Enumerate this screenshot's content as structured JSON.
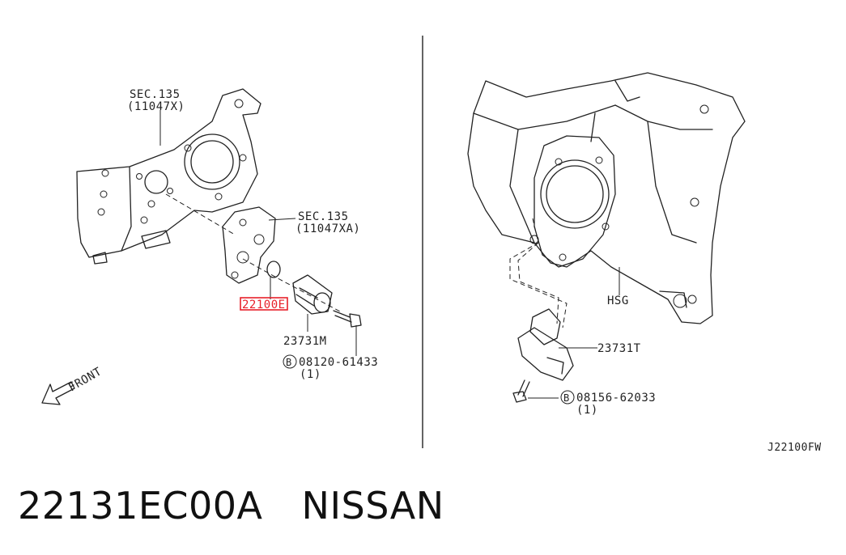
{
  "diagram": {
    "left": {
      "sec_label_1": "SEC.135",
      "sec_code_1": "(11047X)",
      "sec_label_2": "SEC.135",
      "sec_code_2": "(11047XA)",
      "highlight_part": "22100E",
      "sensor_part": "23731M",
      "bolt_symbol": "B",
      "bolt_part": "08120-61433",
      "bolt_qty": "(1)",
      "front_label": "FRONT"
    },
    "right": {
      "housing_label": "HSG",
      "sensor_part": "23731T",
      "bolt_symbol": "B",
      "bolt_part": "08156-62033",
      "bolt_qty": "(1)"
    },
    "figure_code": "J22100FW",
    "highlight_color": "#e8202a"
  },
  "caption": {
    "part_number": "22131EC00A",
    "brand": "NISSAN"
  }
}
